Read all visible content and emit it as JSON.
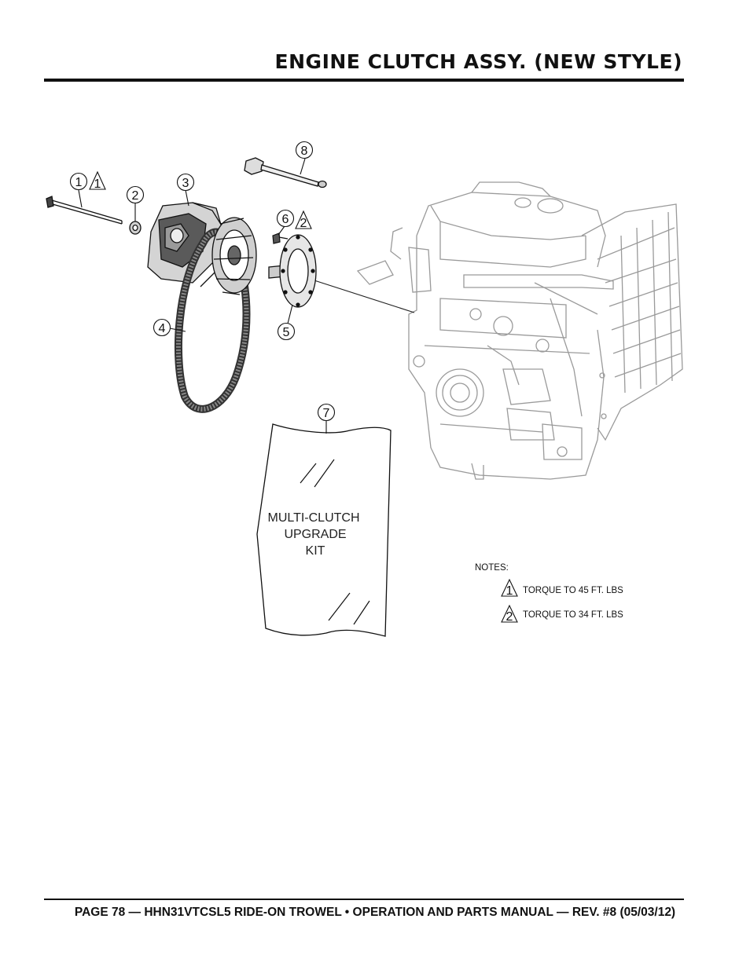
{
  "header": {
    "title": "ENGINE CLUTCH ASSY. (NEW STYLE)"
  },
  "footer": {
    "text": "PAGE 78 — HHN31VTCSL5 RIDE-ON TROWEL • OPERATION AND PARTS MANUAL — REV. #8 (05/03/12)"
  },
  "callouts": {
    "c1": "1",
    "c2": "2",
    "c3": "3",
    "c4": "4",
    "c5": "5",
    "c6": "6",
    "c7": "7",
    "c8": "8"
  },
  "torque_flags": {
    "f1": "1",
    "f2": "2"
  },
  "kit_bag": {
    "line1": "MULTI-CLUTCH",
    "line2": "UPGRADE",
    "line3": "KIT"
  },
  "notes": {
    "heading": "NOTES:",
    "items": [
      {
        "flag": "1",
        "text": "TORQUE TO 45 FT. LBS"
      },
      {
        "flag": "2",
        "text": "TORQUE TO 34 FT. LBS"
      }
    ]
  }
}
